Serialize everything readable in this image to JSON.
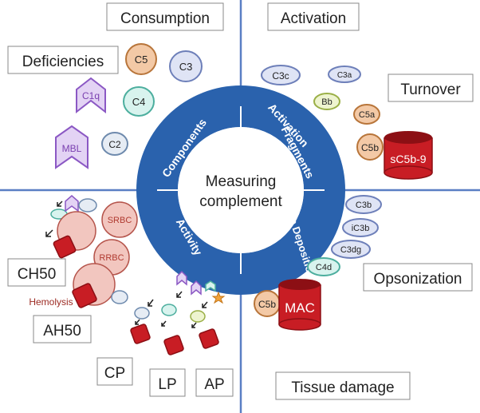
{
  "center": {
    "line1": "Measuring",
    "line2": "complement"
  },
  "ring": {
    "components": "Components",
    "activation_fragments_1": "Activation",
    "activation_fragments_2": "Fragments",
    "surface_deposition": "Surface Deposition",
    "activity": "Activity"
  },
  "quadrant_labels": {
    "consumption": "Consumption",
    "activation": "Activation",
    "deficiencies": "Deficiencies",
    "turnover": "Turnover",
    "ch50": "CH50",
    "ah50": "AH50",
    "cp": "CP",
    "lp": "LP",
    "ap": "AP",
    "opsonization": "Opsonization",
    "tissue_damage": "Tissue damage"
  },
  "components": {
    "c5": "C5",
    "c3": "C3",
    "c1q": "C1q",
    "c4": "C4",
    "mbl": "MBL",
    "c2": "C2"
  },
  "fragments": {
    "c3c": "C3c",
    "c3a": "C3a",
    "bb": "Bb",
    "c5a": "C5a",
    "c5b": "C5b",
    "sc5b9": "sC5b-9"
  },
  "deposition": {
    "c3b": "C3b",
    "ic3b": "iC3b",
    "c3dg": "C3dg",
    "c4d": "C4d",
    "c5b": "C5b",
    "mac": "MAC"
  },
  "activity": {
    "srbc": "SRBC",
    "rrbc": "RRBC",
    "hemolysis": "Hemolysis"
  },
  "colors": {
    "ring": "#2a62ad",
    "divider": "#5a7fc4",
    "c5": "#f3c9a6",
    "c5_stroke": "#b8753a",
    "c3": "#dfe4f5",
    "c3_stroke": "#6d7fb9",
    "c4": "#d8f3ee",
    "c4_stroke": "#4cae9e",
    "c1q": "#e3d3f4",
    "c1q_stroke": "#8b58c4",
    "c2": "#e6ecf4",
    "c2_stroke": "#6e8aad",
    "bb": "#eef4cf",
    "bb_stroke": "#9aaf46",
    "mac": "#c81d24",
    "mac_dark": "#8c0f14",
    "rbc": "#f2c6bf",
    "rbc_stroke": "#b5544b"
  }
}
